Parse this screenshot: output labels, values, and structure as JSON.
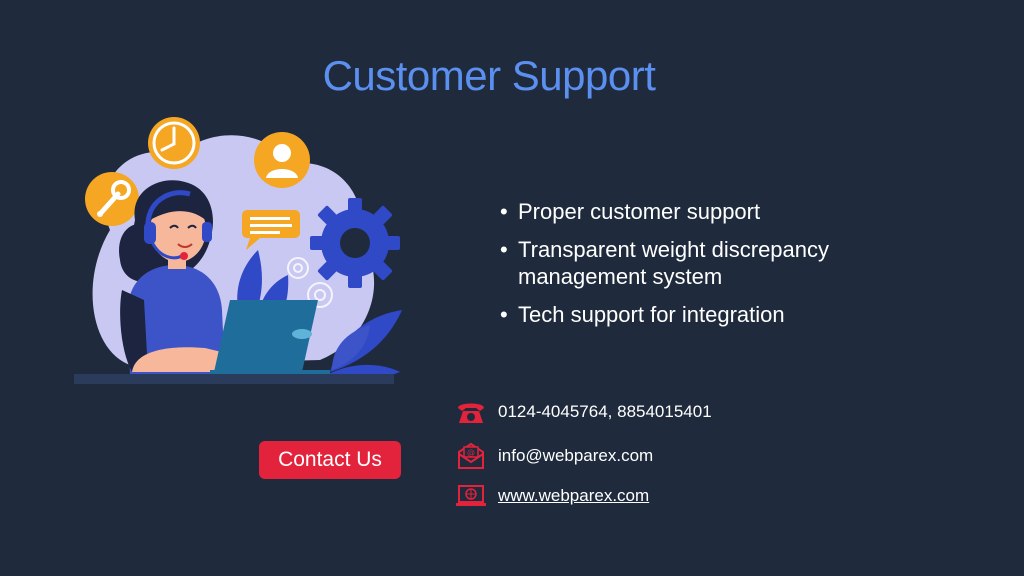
{
  "title": "Customer Support",
  "bullets": [
    "Proper customer support",
    "Transparent weight discrepancy management system",
    "Tech support for integration"
  ],
  "contact": {
    "button_label": "Contact Us",
    "phone": "0124-4045764, 8854015401",
    "email": "info@webparex.com",
    "website": "www.webparex.com"
  },
  "icons": {
    "phone": "telephone-icon",
    "email": "envelope-icon",
    "website": "monitor-globe-icon"
  },
  "colors": {
    "background": "#1f2b3d",
    "title": "#5b8ff0",
    "button": "#e3223b",
    "accent_orange": "#f5a623",
    "accent_blue": "#3d54c8"
  }
}
